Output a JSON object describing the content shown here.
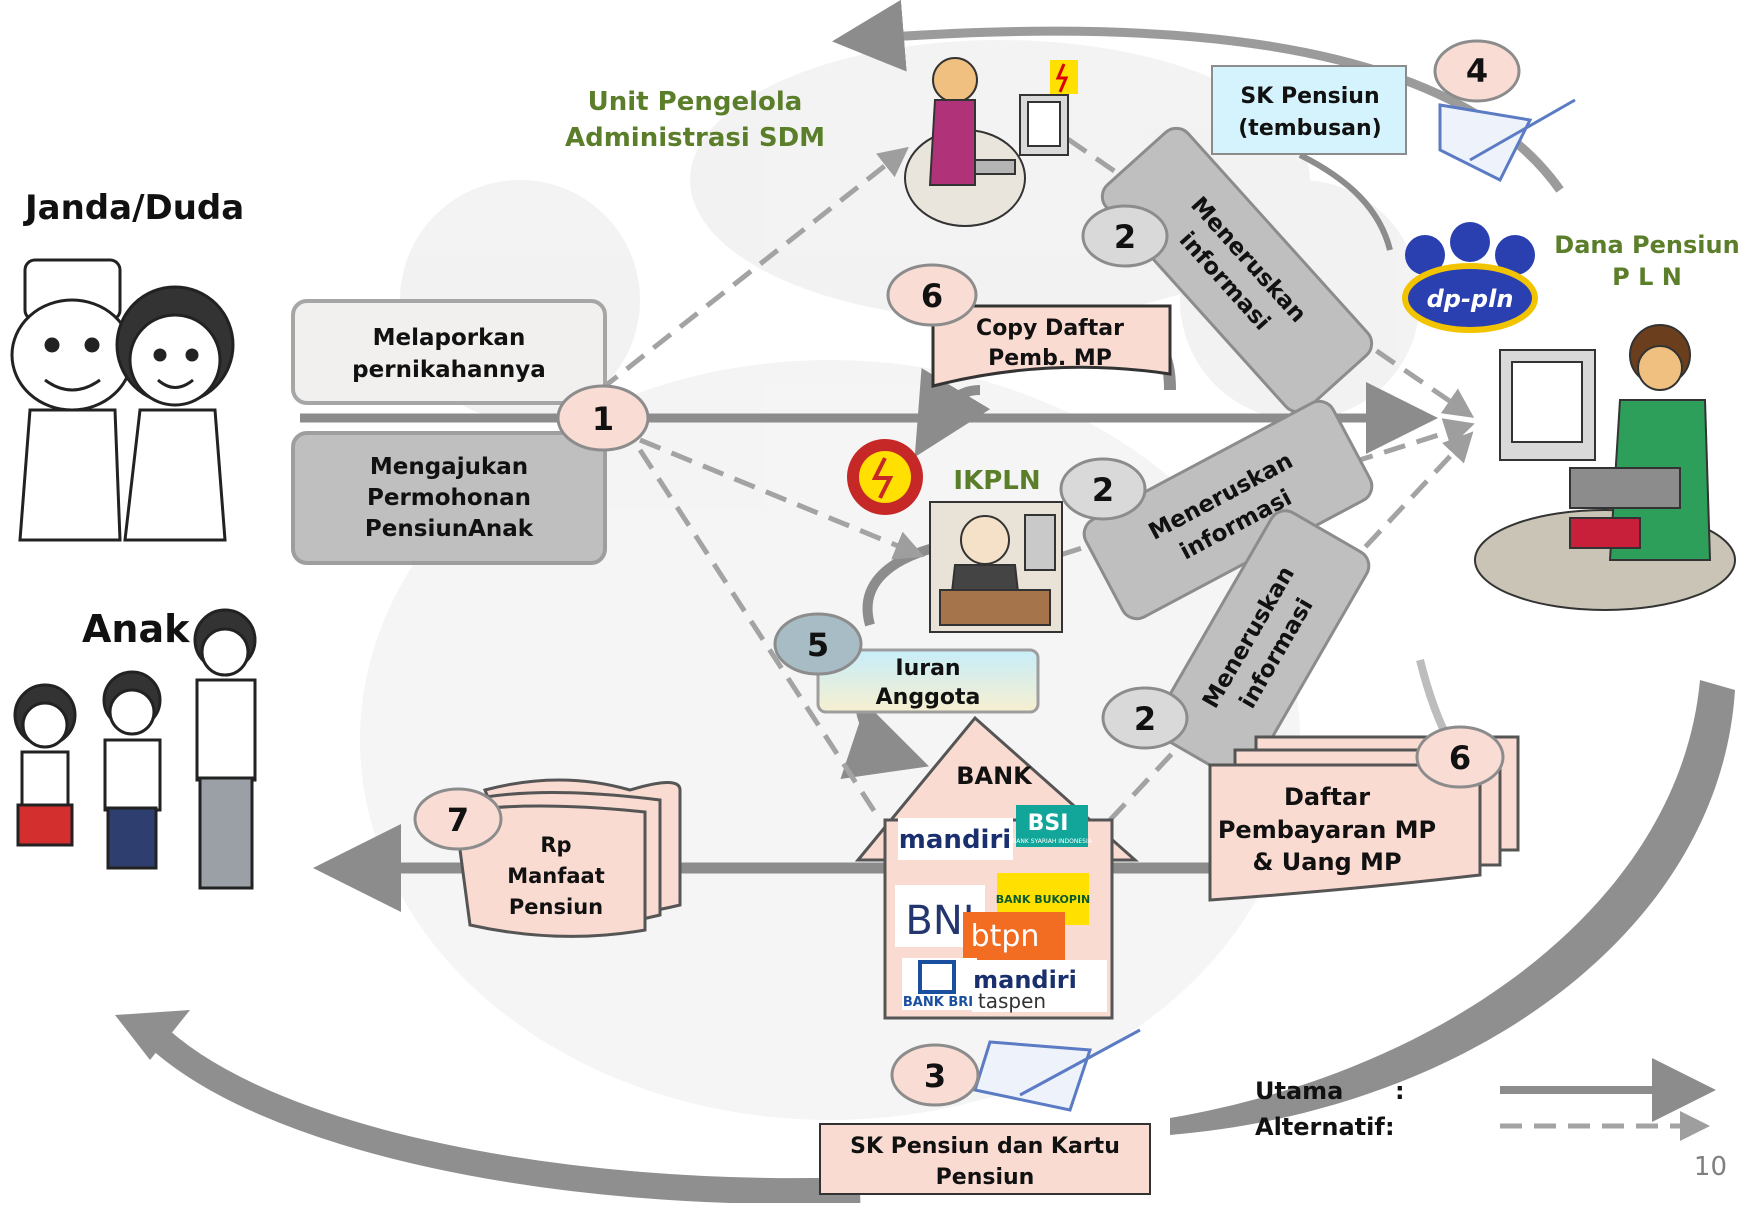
{
  "actors": {
    "janda_duda": "Janda/Duda",
    "anak": "Anak",
    "unit_sdm": [
      "Unit Pengelola",
      "Administrasi SDM"
    ],
    "dana_pensiun": [
      "Dana Pensiun",
      "P L N"
    ],
    "ikpln": "IKPLN",
    "dp_pln_logo": "dp-pln",
    "bank": "BANK"
  },
  "boxes": {
    "melaporkan": [
      "Melaporkan",
      "pernikahannya"
    ],
    "mengajukan": [
      "Mengajukan",
      "Permohonan",
      "PensiunAnak"
    ],
    "sk_tembusan": [
      "SK Pensiun",
      "(tembusan)"
    ],
    "copy_daftar": [
      "Copy Daftar",
      "Pemb. MP"
    ],
    "iuran": [
      "Iuran",
      "Anggota"
    ],
    "daftar_pembayaran": [
      "Daftar",
      "Pembayaran MP",
      "& Uang MP"
    ],
    "manfaat": [
      "Rp",
      "Manfaat",
      "Pensiun"
    ],
    "sk_kartu": [
      "SK Pensiun dan Kartu",
      "Pensiun"
    ],
    "meneruskan_1": [
      "Meneruskan",
      "informasi"
    ],
    "meneruskan_2": [
      "Meneruskan",
      "informasi"
    ],
    "meneruskan_3": [
      "Meneruskan",
      "informasi"
    ]
  },
  "steps": {
    "s1": "1",
    "s2a": "2",
    "s2b": "2",
    "s2c": "2",
    "s3": "3",
    "s4": "4",
    "s5": "5",
    "s6a": "6",
    "s6b": "6",
    "s7": "7"
  },
  "banks": {
    "mandiri": "mandiri",
    "bsi": "BSI",
    "bsi_sub": "BANK SYARIAH INDONESIA",
    "bni": "BNI",
    "bukopin": "BANK BUKOPIN",
    "btpn": "btpn",
    "bri": "BANK BRI",
    "mandiri_taspen": [
      "mandiri",
      "taspen"
    ]
  },
  "legend": {
    "utama": "Utama",
    "alternatif": "Alternatif",
    "colon": ":"
  },
  "page_number": "10",
  "colors": {
    "box_peach": "#FADBD2",
    "box_light_blue": "#D5F3FC",
    "box_grey_dark": "#BFBFBF",
    "box_grey_light": "#F2F0EE",
    "arrow_grey": "#8C8C8C",
    "label_green": "#5B7E2A",
    "step_bubble": "#F9DCD3"
  }
}
